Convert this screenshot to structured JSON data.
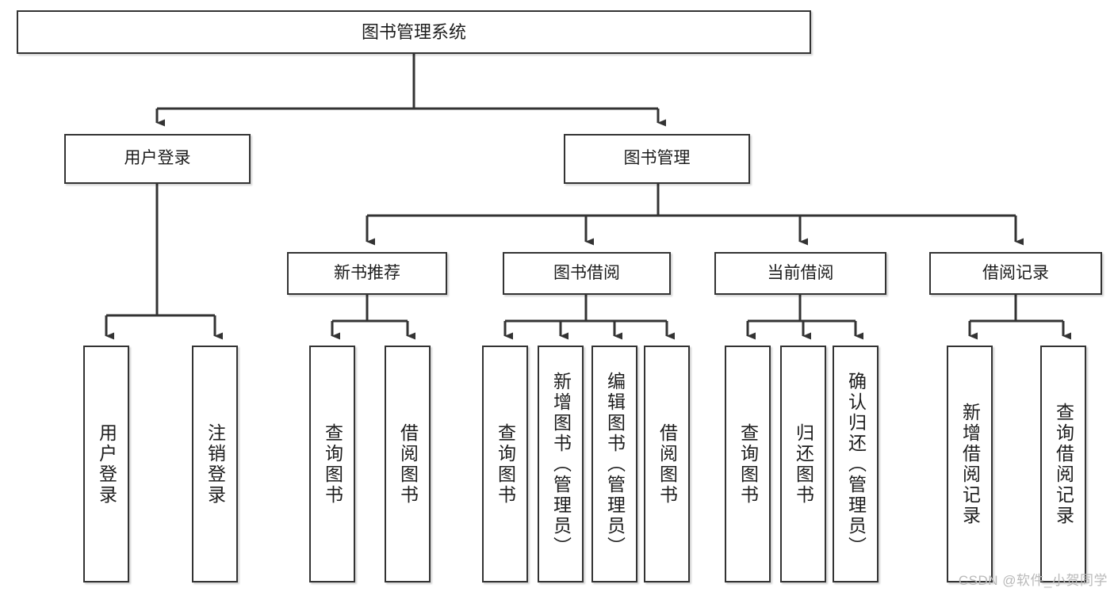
{
  "diagram": {
    "title": "图书管理系统",
    "type": "hierarchy-tree",
    "watermark": "CSDN @软件_小贺同学",
    "colors": {
      "stroke": "#333333",
      "fill": "#ffffff",
      "text": "#1d1d1d",
      "watermark": "#b9b9b9"
    },
    "levels": {
      "level0": [
        {
          "id": "root",
          "label": "图书管理系统",
          "orientation": "horizontal"
        }
      ],
      "level1": [
        {
          "id": "user-login",
          "label": "用户登录",
          "orientation": "horizontal"
        },
        {
          "id": "book-manage",
          "label": "图书管理",
          "orientation": "horizontal"
        }
      ],
      "level2": [
        {
          "id": "new-book-recommend",
          "label": "新书推荐",
          "orientation": "horizontal",
          "parent": "book-manage"
        },
        {
          "id": "book-borrow",
          "label": "图书借阅",
          "orientation": "horizontal",
          "parent": "book-manage"
        },
        {
          "id": "current-borrow",
          "label": "当前借阅",
          "orientation": "horizontal",
          "parent": "book-manage"
        },
        {
          "id": "borrow-record",
          "label": "借阅记录",
          "orientation": "horizontal",
          "parent": "book-manage"
        }
      ],
      "level3": [
        {
          "id": "leaf-user-login",
          "label": "用户登录",
          "orientation": "vertical",
          "parent": "user-login"
        },
        {
          "id": "leaf-logout-login",
          "label": "注销登录",
          "orientation": "vertical",
          "parent": "user-login"
        },
        {
          "id": "leaf-query-book-1",
          "label": "查询图书",
          "orientation": "vertical",
          "parent": "new-book-recommend"
        },
        {
          "id": "leaf-borrow-book-1",
          "label": "借阅图书",
          "orientation": "vertical",
          "parent": "new-book-recommend"
        },
        {
          "id": "leaf-query-book-2",
          "label": "查询图书",
          "orientation": "vertical",
          "parent": "book-borrow"
        },
        {
          "id": "leaf-add-book",
          "label": "新增图书（管理员）",
          "orientation": "vertical",
          "parent": "book-borrow"
        },
        {
          "id": "leaf-edit-book",
          "label": "编辑图书（管理员）",
          "orientation": "vertical",
          "parent": "book-borrow"
        },
        {
          "id": "leaf-borrow-book-2",
          "label": "借阅图书",
          "orientation": "vertical",
          "parent": "book-borrow"
        },
        {
          "id": "leaf-query-book-3",
          "label": "查询图书",
          "orientation": "vertical",
          "parent": "current-borrow"
        },
        {
          "id": "leaf-return-book",
          "label": "归还图书",
          "orientation": "vertical",
          "parent": "current-borrow"
        },
        {
          "id": "leaf-confirm-return",
          "label": "确认归还（管理员）",
          "orientation": "vertical",
          "parent": "current-borrow"
        },
        {
          "id": "leaf-add-record",
          "label": "新增借阅记录",
          "orientation": "vertical",
          "parent": "borrow-record"
        },
        {
          "id": "leaf-query-record",
          "label": "查询借阅记录",
          "orientation": "vertical",
          "parent": "borrow-record"
        }
      ]
    }
  }
}
